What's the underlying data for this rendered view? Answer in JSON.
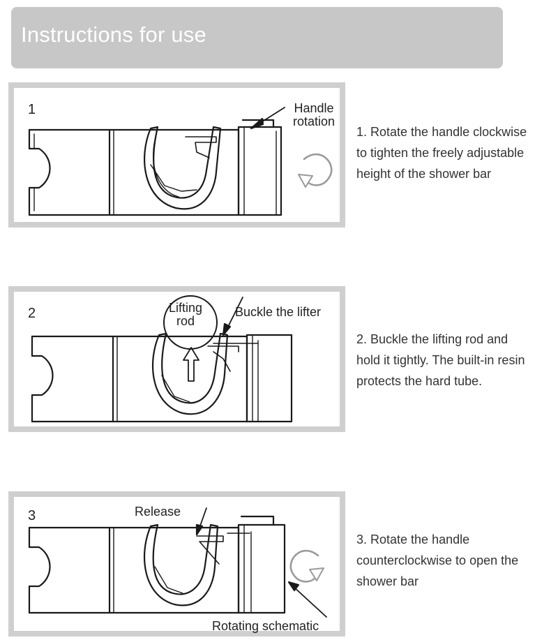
{
  "header": {
    "title": "Instructions for use"
  },
  "steps": [
    {
      "number": "1",
      "callouts": {
        "handle_line1": "Handle",
        "handle_line2": "rotation"
      },
      "description": [
        "1. Rotate the handle clockwise",
        "to tighten the freely adjustable",
        "height of the shower bar"
      ]
    },
    {
      "number": "2",
      "callouts": {
        "lifting_line1": "Lifting",
        "lifting_line2": "rod",
        "buckle": "Buckle the lifter"
      },
      "description": [
        "2. Buckle the lifting rod and",
        "hold it tightly. The built-in resin",
        "protects the hard tube."
      ]
    },
    {
      "number": "3",
      "callouts": {
        "release": "Release",
        "rotating": "Rotating schematic"
      },
      "description": [
        "3. Rotate the handle",
        "counterclockwise to open the",
        "shower bar"
      ]
    }
  ],
  "colors": {
    "header_bg": "#c7c7c7",
    "frame_border": "#cfcfcf",
    "line_art": "#1a1a1a"
  }
}
